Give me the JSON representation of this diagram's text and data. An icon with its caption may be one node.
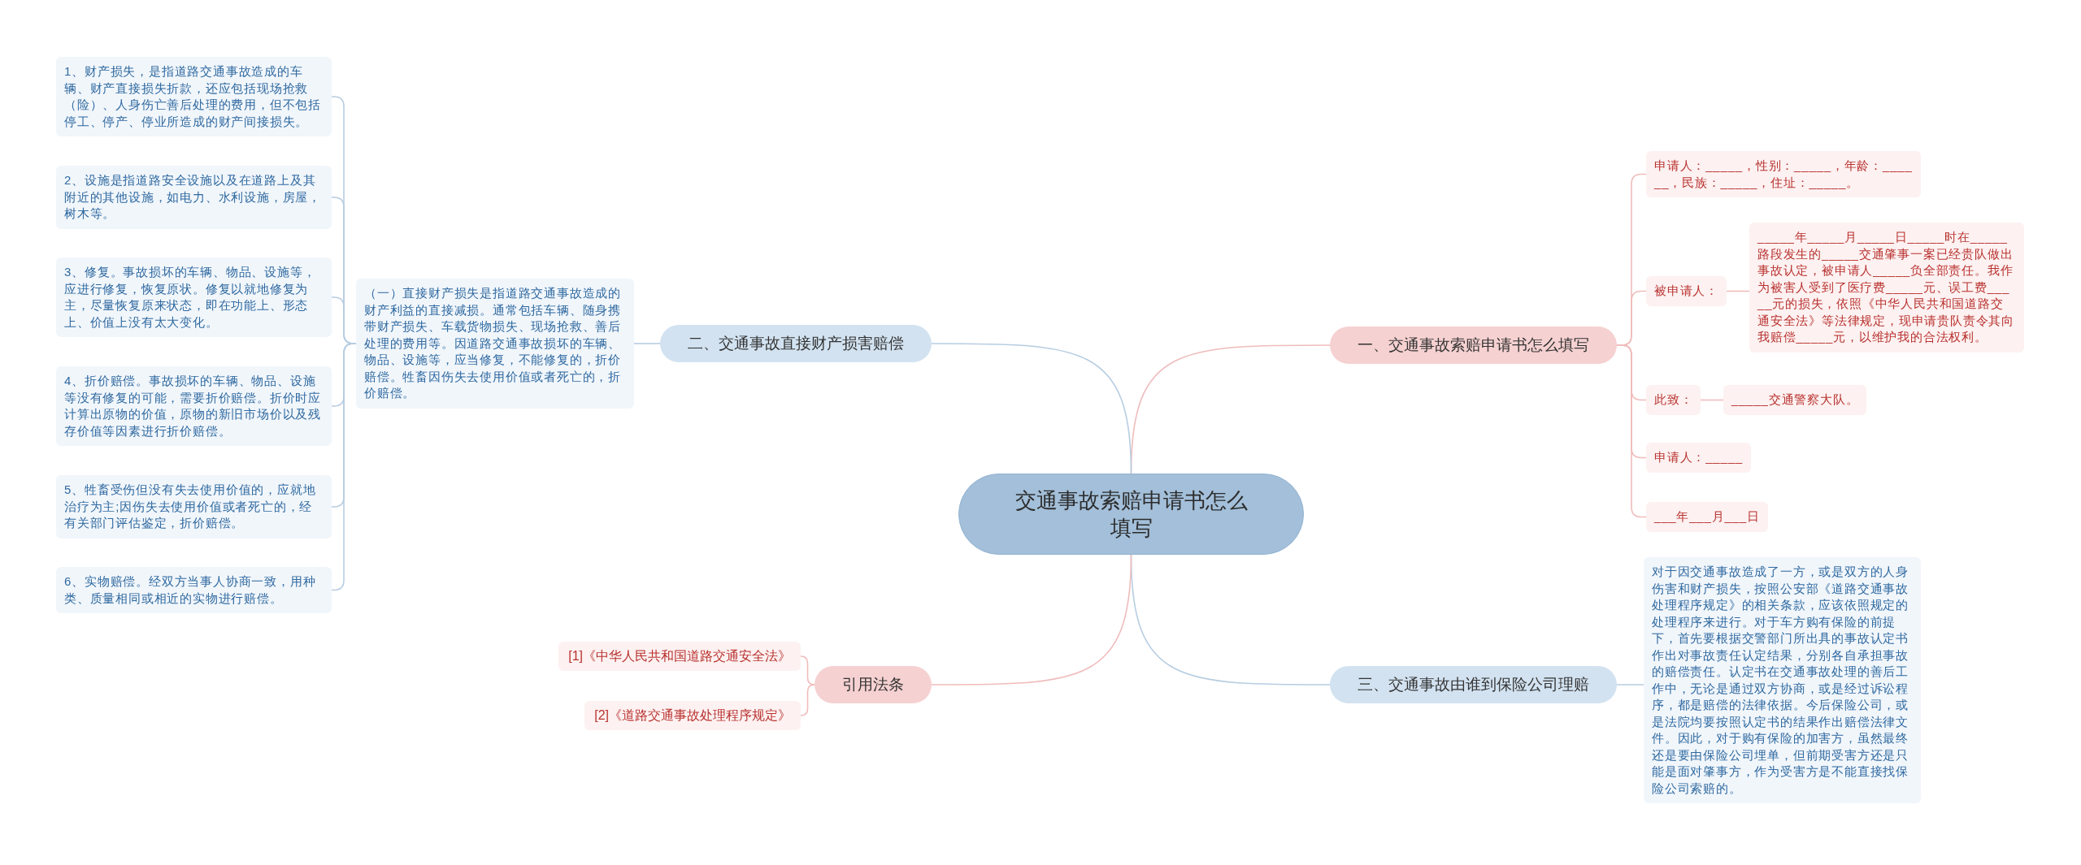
{
  "diagram": {
    "nodes": [
      {
        "text": [
          "交通事故索赔申请书怎么填写"
        ]
      },
      {
        "text": [
          "一、交通事故索赔申请书怎么填写"
        ]
      },
      {
        "text": [
          "申请人：_____，性别：_____，年龄：______，民族：_____，住址：_____。"
        ]
      },
      {
        "text": [
          "被申请人："
        ]
      },
      {
        "text": [
          "_____年_____月_____日_____时在_____路段发生的_____交通肇事一案已经贵队做出事故认定，被申请人_____负全部责任。我作为被害人受到了医疗费_____元、误工费_____元的损失，依照《中华人民共和国道路交通安全法》等法律规定，现申请贵队责令其向我赔偿_____元，以维护我的合法权利。"
        ]
      },
      {
        "text": [
          "此致："
        ]
      },
      {
        "text": [
          "_____交通警察大队。"
        ]
      },
      {
        "text": [
          "申请人：_____"
        ]
      },
      {
        "text": [
          "___年___月___日"
        ]
      },
      {
        "text": [
          "三、交通事故由谁到保险公司理赔"
        ]
      },
      {
        "text": [
          "对于因交通事故造成了一方，或是双方的人身伤害和财产损失，按照公安部《道路交通事故处理程序规定》的相关条款，应该依照规定的处理程序来进行。对于车方购有保险的前提下，首先要根据交警部门所出具的事故认定书作出对事故责任认定结果，分别各自承担事故的赔偿责任。认定书在交通事故处理的善后工作中，无论是通过双方协商，或是经过诉讼程序，都是赔偿的法律依据。今后保险公司，或是法院均要按照认定书的结果作出赔偿法律文件。因此，对于购有保险的加害方，虽然最终还是要由保险公司埋单，但前期受害方还是只能是面对肇事方，作为受害方是不能直接找保险公司索赔的。"
        ]
      },
      {
        "text": [
          "二、交通事故直接财产损害赔偿"
        ]
      },
      {
        "text": [
          "（一）直接财产损失是指道路交通事故造成的财产利益的直接减损。通常包括车辆、随身携带财产损失、车载货物损失、现场抢救、善后处理的费用等。因道路交通事故损坏的车辆、物品、设施等，应当修复，不能修复的，折价赔偿。牲畜因伤失去使用价值或者死亡的，折价赔偿。"
        ]
      },
      {
        "text": [
          "1、财产损失，是指道路交通事故造成的车辆、财产直接损失折款，还应包括现场抢救（险）、人身伤亡善后处理的费用，但不包括停工、停产、停业所造成的财产间接损失。"
        ]
      },
      {
        "text": [
          "2、设施是指道路安全设施以及在道路上及其附近的其他设施，如电力、水利设施，房屋，树木等。"
        ]
      },
      {
        "text": [
          "3、修复。事故损坏的车辆、物品、设施等，应进行修复，恢复原状。修复以就地修复为主，尽量恢复原来状态，即在功能上、形态上、价值上没有太大变化。"
        ]
      },
      {
        "text": [
          "4、折价赔偿。事故损坏的车辆、物品、设施等没有修复的可能，需要折价赔偿。折价时应计算出原物的价值，原物的新旧市场价以及残存价值等因素进行折价赔偿。"
        ]
      },
      {
        "text": [
          "5、牲畜受伤但没有失去使用价值的，应就地治疗为主;因伤失去使用价值或者死亡的，经有关部门评估鉴定，折价赔偿。"
        ]
      },
      {
        "text": [
          "6、实物赔偿。经双方当事人协商一致，用种类、质量相同或相近的实物进行赔偿。"
        ]
      },
      {
        "text": [
          "引用法条"
        ]
      },
      {
        "text": [
          "[1]《中华人民共和国道路交通安全法》"
        ]
      },
      {
        "text": [
          "[2]《道路交通事故处理程序规定》"
        ]
      }
    ],
    "edges": [
      {
        "from": 0,
        "to": 1,
        "arrow": "none"
      },
      {
        "from": 1,
        "to": 2,
        "arrow": "none"
      },
      {
        "from": 1,
        "to": 3,
        "arrow": "none"
      },
      {
        "from": 3,
        "to": 4,
        "arrow": "none"
      },
      {
        "from": 1,
        "to": 5,
        "arrow": "none"
      },
      {
        "from": 5,
        "to": 6,
        "arrow": "none"
      },
      {
        "from": 1,
        "to": 7,
        "arrow": "none"
      },
      {
        "from": 1,
        "to": 8,
        "arrow": "none"
      },
      {
        "from": 0,
        "to": 9,
        "arrow": "none",
        "color": "#b7cde1"
      },
      {
        "from": 9,
        "to": 10,
        "arrow": "none",
        "color": "#b7cde1"
      },
      {
        "from": 0,
        "to": 11,
        "arrow": "none",
        "color": "#b7cde1"
      },
      {
        "from": 11,
        "to": 12,
        "arrow": "none",
        "color": "#b7cde1"
      },
      {
        "from": 12,
        "to": 13,
        "arrow": "none",
        "color": "#b7cde1"
      },
      {
        "from": 12,
        "to": 14,
        "arrow": "none",
        "color": "#b7cde1"
      },
      {
        "from": 12,
        "to": 15,
        "arrow": "none",
        "color": "#b7cde1"
      },
      {
        "from": 12,
        "to": 16,
        "arrow": "none",
        "color": "#b7cde1"
      },
      {
        "from": 12,
        "to": 17,
        "arrow": "none",
        "color": "#b7cde1"
      },
      {
        "from": 12,
        "to": 18,
        "arrow": "none",
        "color": "#b7cde1"
      },
      {
        "from": 0,
        "to": 19,
        "arrow": "none"
      },
      {
        "from": 19,
        "to": 20,
        "arrow": "none"
      },
      {
        "from": 19,
        "to": 21,
        "arrow": "none"
      }
    ]
  }
}
